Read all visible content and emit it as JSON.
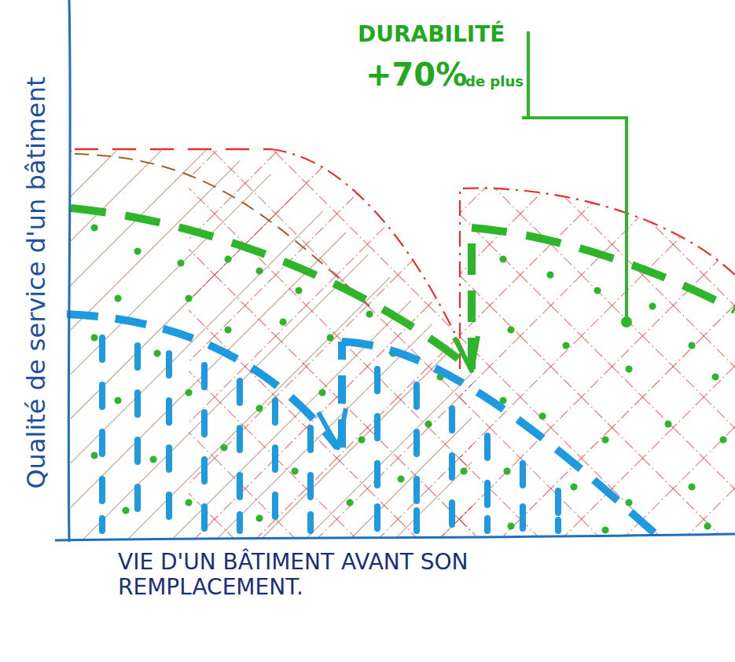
{
  "diagram": {
    "labels": [
      "Qualité de service d'un bâtiment",
      "DURABILITÉ",
      "+70%",
      "de plus",
      "VIE D'UN BÂTIMENT AVANT SON REMPLACEMENT."
    ]
  }
}
